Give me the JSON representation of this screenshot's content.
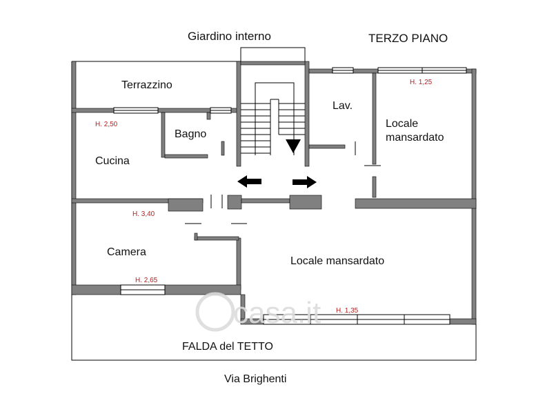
{
  "labels": {
    "garden": "Giardino interno",
    "floor": "TERZO PIANO",
    "street": "Via Brighenti",
    "roof_pitch": "FALDA del TETTO"
  },
  "rooms": {
    "terrazzino": "Terrazzino",
    "bagno": "Bagno",
    "cucina": "Cucina",
    "camera": "Camera",
    "lav": "Lav.",
    "locale_top_line1": "Locale",
    "locale_top_line2": "mansardato",
    "locale_bottom": "Locale mansardato"
  },
  "heights": {
    "h1": "H. 2,50",
    "h2": "H. 1,25",
    "h3": "H. 3,40",
    "h4": "H. 2,65",
    "h5": "H. 1,35"
  },
  "watermark": "casa.it",
  "colors": {
    "wall": "#808080",
    "outline": "#000000",
    "height_text": "#b22222",
    "watermark": "#dcdcdc"
  }
}
